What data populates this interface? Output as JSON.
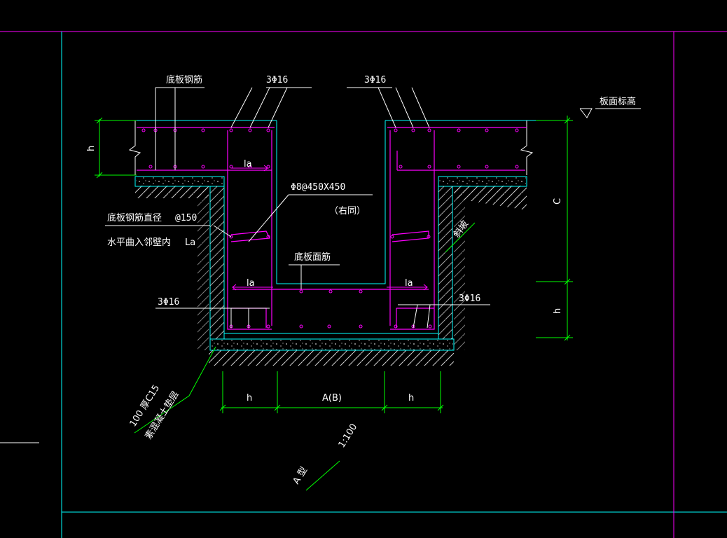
{
  "labels": {
    "bottom_rebar": "底板钢筋",
    "top_bars_left": "3Φ16",
    "top_bars_right": "3Φ16",
    "slab_elevation": "板面标高",
    "la_upper": "la",
    "stirrup_spec": "Φ8@450X450",
    "same_right": "（右同）",
    "bottom_rebar_dia": "底板钢筋直径",
    "spacing": "@150",
    "bend_into_wall": "水平曲入邻壁内",
    "la_side": "La",
    "bottom_face_bar": "底板面筋",
    "la_left": "la",
    "la_right": "la",
    "bottom_bars_left": "3Φ16",
    "bottom_bars_right": "3Φ16",
    "slope": "斜坡",
    "cushion_line1": "100 厚C15",
    "cushion_line2": "素混凝土垫层",
    "dim_h_left": "h",
    "dim_width": "A(B)",
    "dim_h_right": "h",
    "dim_h_top": "h",
    "dim_c": "C",
    "dim_h_side": "h",
    "type_title": "A 型",
    "scale": "1:100"
  },
  "colors": {
    "background": "#000000",
    "frame": "#00ffff",
    "sheet_border": "#ff00ff",
    "rebar": "#ff00ff",
    "concrete": "#00ffff",
    "text": "#ffffff",
    "dimension": "#00ff00"
  }
}
